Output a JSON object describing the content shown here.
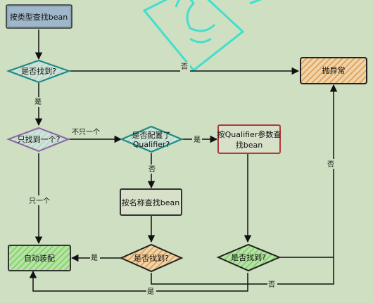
{
  "nodes": {
    "find_by_type": "按类型查找bean",
    "found_q1": "是否找到?",
    "throw_exception": "抛异常",
    "only_one_q": "只找到一个?",
    "qualifier_q_line1": "是否配置了",
    "qualifier_q_line2": "Qualifier?",
    "find_by_qualifier_line1": "按Qualifier参数查",
    "find_by_qualifier_line2": "找bean",
    "find_by_name": "按名称查找bean",
    "autowire": "自动装配",
    "found_q2": "是否找到?",
    "found_q3": "是否找到?"
  },
  "edges": {
    "q1_no": "否",
    "q1_yes": "是",
    "not_only_one": "不只一个",
    "only_one": "只一个",
    "qualifier_yes": "是",
    "qualifier_no": "否",
    "q2_yes": "是",
    "q3_no_right": "否",
    "q3_yes_bottom": "是",
    "q2_no_bottom": "否"
  },
  "colors": {
    "background": "#cfdfc2",
    "blue_box": "#9fb7c9",
    "teal_diamond": "#1f8a86",
    "purple_diamond": "#8d6ba5",
    "orange_fill": "#e6b67a",
    "green_box": "#8fcf7a",
    "red_box": "#b23a3a",
    "watermark": "#29e0d0"
  }
}
